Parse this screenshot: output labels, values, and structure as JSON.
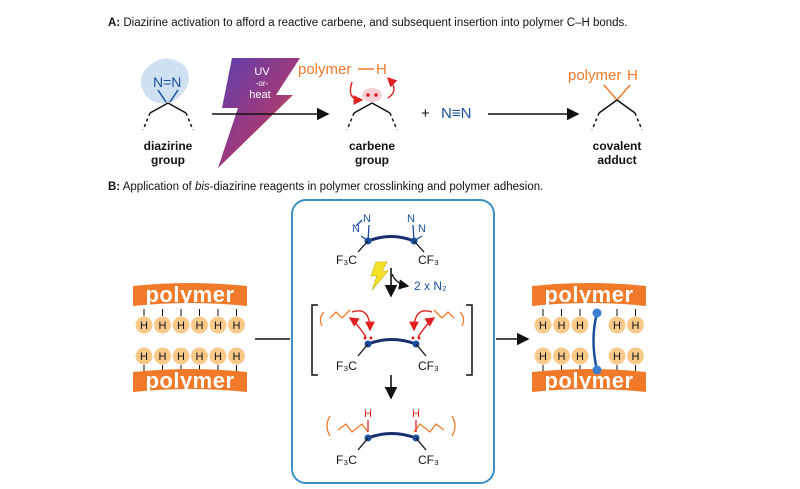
{
  "panel_a": {
    "label": "A:",
    "caption": "Diazirine activation to afford a reactive carbene, and subsequent insertion into polymer C–H bonds.",
    "diazirine_atoms": "N=N",
    "diazirine_label_1": "diazirine",
    "diazirine_label_2": "group",
    "uv_line1": "UV",
    "uv_line2": "-or-",
    "uv_line3": "heat",
    "polymer_h_polymer": "polymer",
    "polymer_h_h": "H",
    "carbene_label_1": "carbene",
    "carbene_label_2": "group",
    "plus": "+",
    "n2": "N≡N",
    "adduct_polymer": "polymer",
    "adduct_h": "H",
    "adduct_label_1": "covalent",
    "adduct_label_2": "adduct"
  },
  "panel_b": {
    "label": "B:",
    "caption_pre": "Application of ",
    "caption_italic": "bis",
    "caption_post": "-diazirine reagents in polymer crosslinking and polymer adhesion.",
    "polymer_word": "polymer",
    "h_atom": "H",
    "cf3_left": "F₃C",
    "cf3_right": "CF₃",
    "n_atom": "N",
    "release": "2 x N₂"
  },
  "colors": {
    "orange": "#f07a2a",
    "blue": "#1a4f9c",
    "box_border": "#3a8fc4",
    "red_arrow": "#e02020",
    "h_circle": "#f9c98a",
    "lightning": "#f5e12a"
  }
}
